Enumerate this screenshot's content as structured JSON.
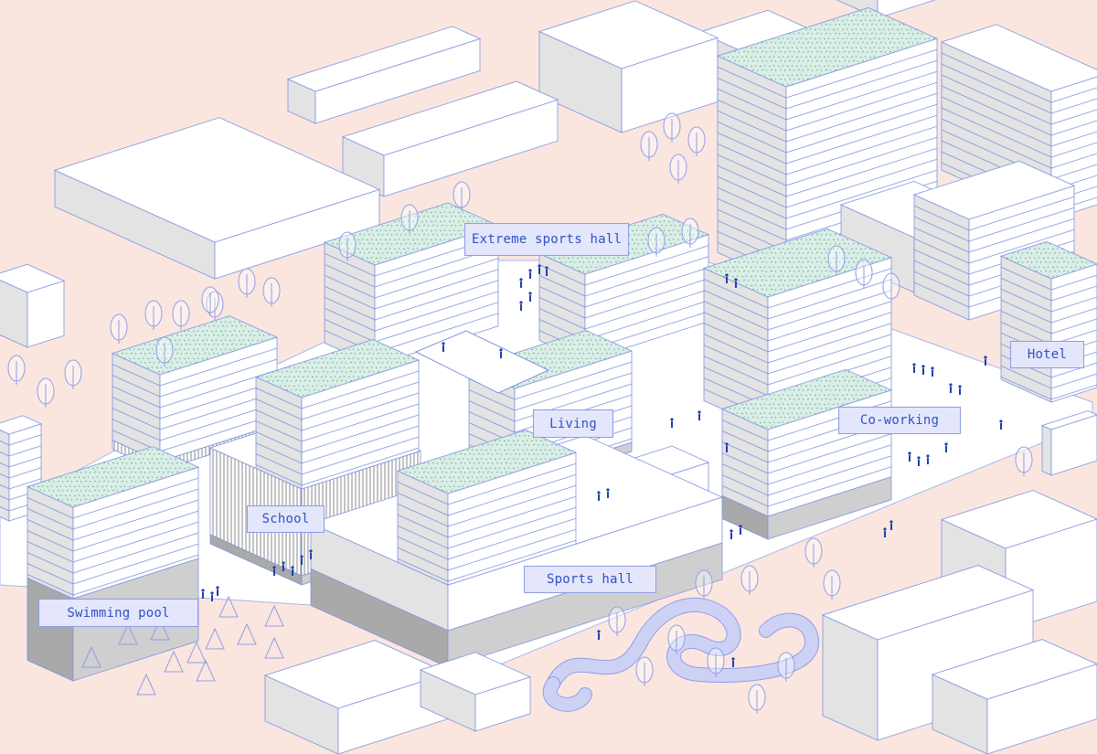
{
  "labels": {
    "extreme_sports_hall": "Extreme sports hall",
    "living": "Living",
    "co_working": "Co-working",
    "hotel": "Hotel",
    "school": "School",
    "swimming_pool": "Swimming pool",
    "sports_hall": "Sports hall"
  },
  "colors": {
    "background": "#fbe6df",
    "line": "#7f93e0",
    "roof_green": "#d9eee6",
    "label_bg": "#e4e6fb",
    "label_text": "#2f52c4",
    "people": "#1e3fae",
    "path": "#cdd1f4"
  }
}
